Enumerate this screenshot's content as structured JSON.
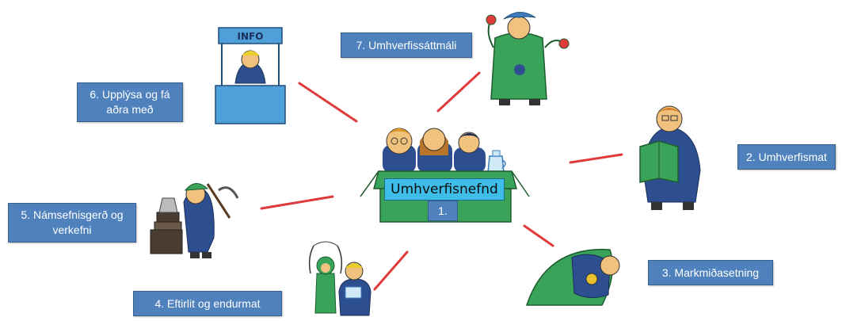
{
  "diagram": {
    "center": {
      "sign": "Umhverfisnefnd",
      "number": "1."
    },
    "steps": [
      {
        "label": "2. Umhverfismat"
      },
      {
        "label": "3. Markmiðasetning"
      },
      {
        "label": "4. Eftirlit og endurmat"
      },
      {
        "label": "5. Námsefnisgerð og verkefni"
      },
      {
        "label": "6. Upplýsa og fá aðra með"
      },
      {
        "label": "7. Umhverfissáttmáli"
      }
    ],
    "info_booth_sign": "INFO",
    "colors": {
      "connector": "#e03a3a",
      "box": "#4f81bd",
      "sign": "#3dbde8",
      "green": "#3aa35a",
      "navy": "#2e4f8f"
    }
  }
}
